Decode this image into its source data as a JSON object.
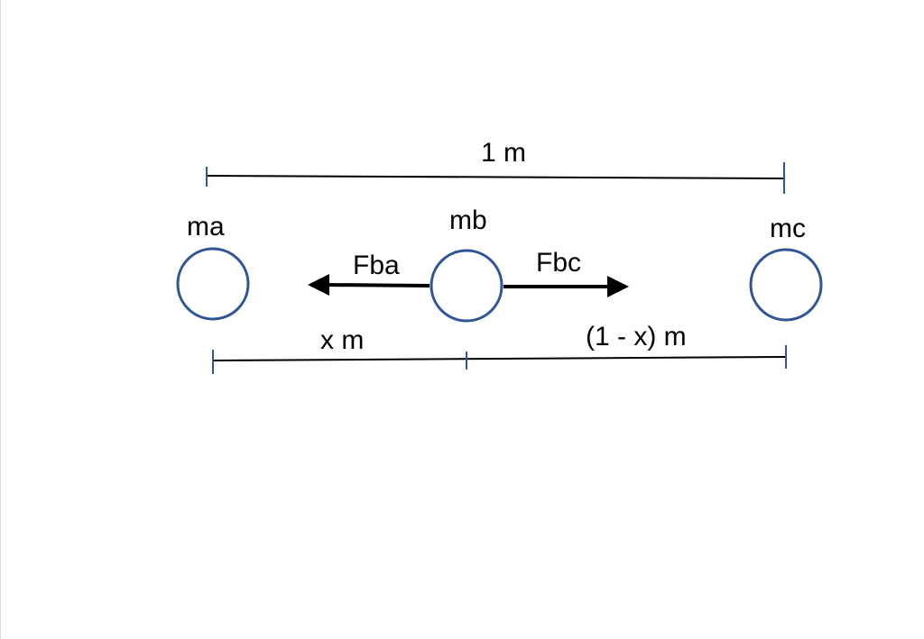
{
  "labels": {
    "total_distance": "1 m",
    "mass_a": "ma",
    "mass_b": "mb",
    "mass_c": "mc",
    "force_ba": "Fba",
    "force_bc": "Fbc",
    "distance_ab": "x m",
    "distance_bc": "(1 - x) m"
  },
  "colors": {
    "mass_outline": "#2f5597",
    "dimension_tick": "#2f5597",
    "line": "#000000",
    "arrow": "#000000"
  }
}
